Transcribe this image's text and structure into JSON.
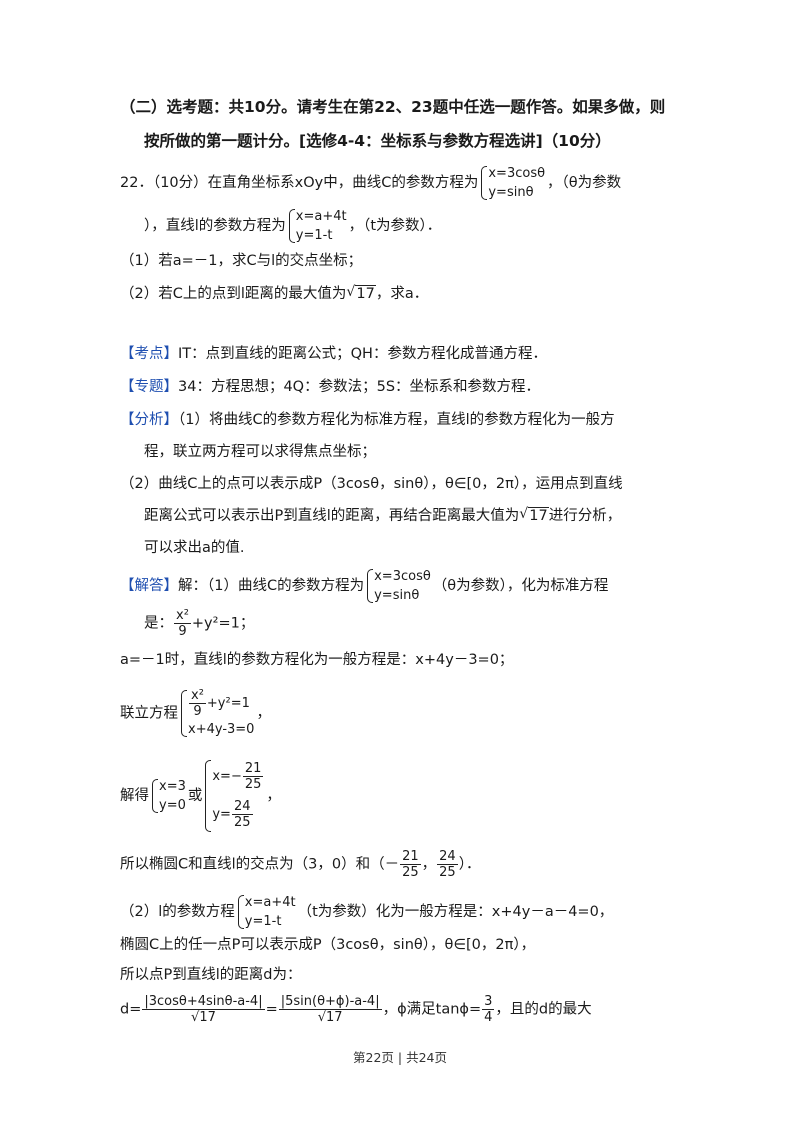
{
  "section_header": {
    "line1": "（二）选考题：共10分。请考生在第22、23题中任选一题作答。如果多做，则",
    "line2": "按所做的第一题计分。[选修4-4：坐标系与参数方程选讲]（10分）"
  },
  "problem": {
    "stem_a": "22．（10分）在直角坐标系xOy中，曲线C的参数方程为",
    "curve_eq1": "x=3cosθ",
    "curve_eq2": "y=sinθ",
    "stem_b": "，（θ为参数",
    "stem_c": "），直线l的参数方程为",
    "line_eq1": "x=a+4t",
    "line_eq2": "y=1-t",
    "stem_d": "，（t为参数）．",
    "q1": "（1）若a=－1，求C与l的交点坐标；",
    "q2_a": "（2）若C上的点到l距离的最大值为",
    "q2_sqrt": "17",
    "q2_b": "，求a．"
  },
  "analysis": {
    "kaodian_tag": "【考点】",
    "kaodian_text": "IT：点到直线的距离公式；QH：参数方程化成普通方程．",
    "zhuanti_tag": "【专题】",
    "zhuanti_text": "34：方程思想；4Q：参数法；5S：坐标系和参数方程．",
    "fenxi_tag": "【分析】",
    "fenxi_1a": "（1）将曲线C的参数方程化为标准方程，直线l的参数方程化为一般方",
    "fenxi_1b": "程，联立两方程可以求得焦点坐标；",
    "fenxi_2a": "（2）曲线C上的点可以表示成P（3cosθ，sinθ），θ∈[0，2π），运用点到直线",
    "fenxi_2b_a": "距离公式可以表示出P到直线l的距离，再结合距离最大值为",
    "fenxi_2b_sqrt": "17",
    "fenxi_2b_b": "进行分析，",
    "fenxi_2c": "可以求出a的值."
  },
  "solution": {
    "jieda_tag": "【解答】",
    "s1_a": "解：（1）曲线C的参数方程为",
    "s1_eq1": "x=3cosθ",
    "s1_eq2": "y=sinθ",
    "s1_b": "（θ为参数），化为标准方程",
    "s2_a": "是：",
    "s2_num": "x²",
    "s2_den": "9",
    "s2_b": "+y²=1；",
    "s3": "a=－1时，直线l的参数方程化为一般方程是：x+4y－3=0；",
    "s4_a": "联立方程",
    "s4_num": "x²",
    "s4_den": "9",
    "s4_eq1_tail": "+y²=1",
    "s4_eq2": "x+4y-3=0",
    "s4_b": "，",
    "s5_a": "解得",
    "s5_sol1_x": "x=3",
    "s5_sol1_y": "y=0",
    "s5_or": "或",
    "s5_x_pre": "x=−",
    "s5_x_num": "21",
    "s5_x_den": "25",
    "s5_y_pre": "y=",
    "s5_y_num": "24",
    "s5_y_den": "25",
    "s5_b": "，",
    "s6_a": "所以椭圆C和直线l的交点为（3，0）和（－",
    "s6_n1": "21",
    "s6_d1": "25",
    "s6_mid": "，",
    "s6_n2": "24",
    "s6_d2": "25",
    "s6_b": "）．",
    "s7_a": "（2）l的参数方程",
    "s7_eq1": "x=a+4t",
    "s7_eq2": "y=1-t",
    "s7_b": "（t为参数）化为一般方程是：x+4y－a－4=0，",
    "s8": "椭圆C上的任一点P可以表示成P（3cosθ，sinθ），θ∈[0，2π），",
    "s9": "所以点P到直线l的距离d为：",
    "s10_a": "d=",
    "s10_n1": "|3cosθ+4sinθ-a-4|",
    "s10_d1": "√17",
    "s10_eq": "=",
    "s10_n2": "|5sin(θ+ϕ)-a-4|",
    "s10_d2": "√17",
    "s10_b": "，ϕ满足tanϕ=",
    "s10_n3": "3",
    "s10_d3": "4",
    "s10_c": "，且的d的最大"
  },
  "footer": {
    "page": "第22页 | 共24页"
  }
}
